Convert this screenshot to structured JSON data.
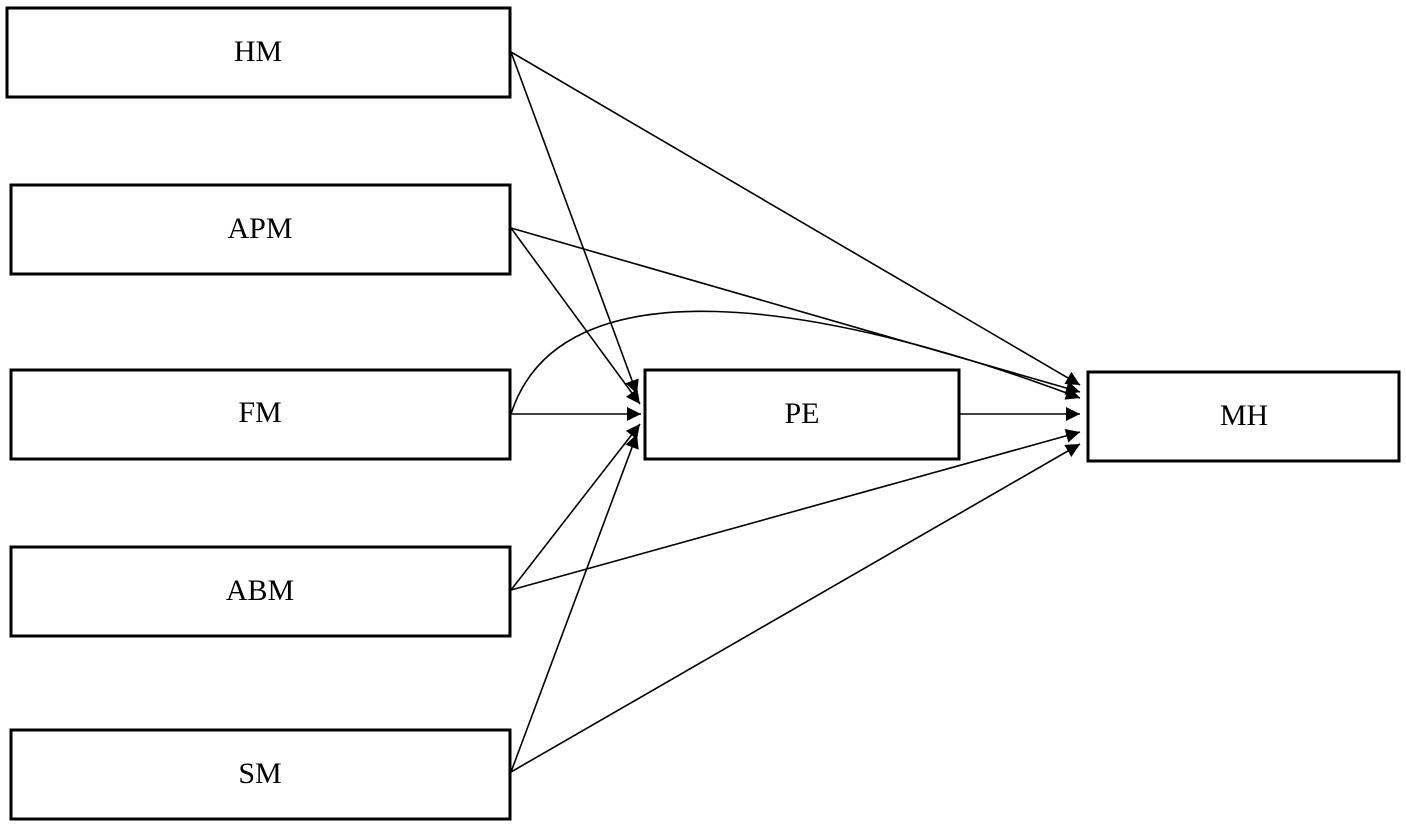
{
  "nodes": {
    "hm": "HM",
    "apm": "APM",
    "fm": "FM",
    "abm": "ABM",
    "sm": "SM",
    "pe": "PE",
    "mh": "MH"
  },
  "edges": [
    {
      "from": "HM",
      "to": "PE"
    },
    {
      "from": "HM",
      "to": "MH"
    },
    {
      "from": "APM",
      "to": "PE"
    },
    {
      "from": "APM",
      "to": "MH"
    },
    {
      "from": "FM",
      "to": "PE"
    },
    {
      "from": "FM",
      "to": "MH"
    },
    {
      "from": "ABM",
      "to": "PE"
    },
    {
      "from": "ABM",
      "to": "MH"
    },
    {
      "from": "SM",
      "to": "PE"
    },
    {
      "from": "SM",
      "to": "MH"
    },
    {
      "from": "PE",
      "to": "MH"
    }
  ],
  "colors": {
    "stroke": "#000000",
    "background": "#ffffff"
  }
}
